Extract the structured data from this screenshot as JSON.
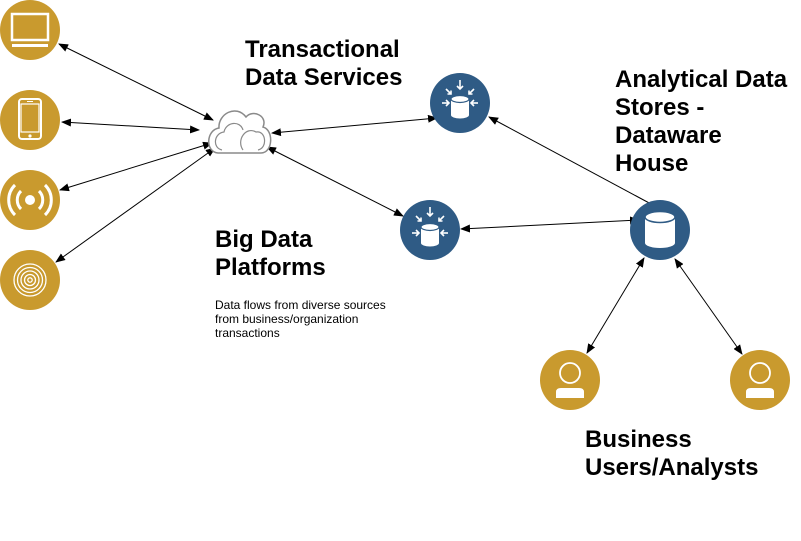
{
  "colors": {
    "source_gold": "#c99a2e",
    "store_blue": "#2f5b85",
    "user_gold": "#c99a2e",
    "arrow": "#000000",
    "cloud_stroke": "#888888"
  },
  "labels": {
    "transactional": [
      "Transactional",
      "Data Services"
    ],
    "analytical": [
      "Analytical Data",
      "Stores -",
      "Dataware",
      "House"
    ],
    "bigdata": [
      "Big Data",
      "Platforms"
    ],
    "business": [
      "Business",
      "Users/Analysts"
    ]
  },
  "note": [
    "Data flows from diverse sources",
    "from business/organization",
    "transactions"
  ],
  "icons": {
    "sources": [
      "laptop-icon",
      "smartphone-icon",
      "broadcast-icon",
      "fingerprint-icon"
    ],
    "cloud": "cloud-icon",
    "stores": [
      "database-ingest-icon",
      "database-ingest-icon",
      "database-icon"
    ],
    "users": [
      "user-icon",
      "user-icon"
    ]
  }
}
